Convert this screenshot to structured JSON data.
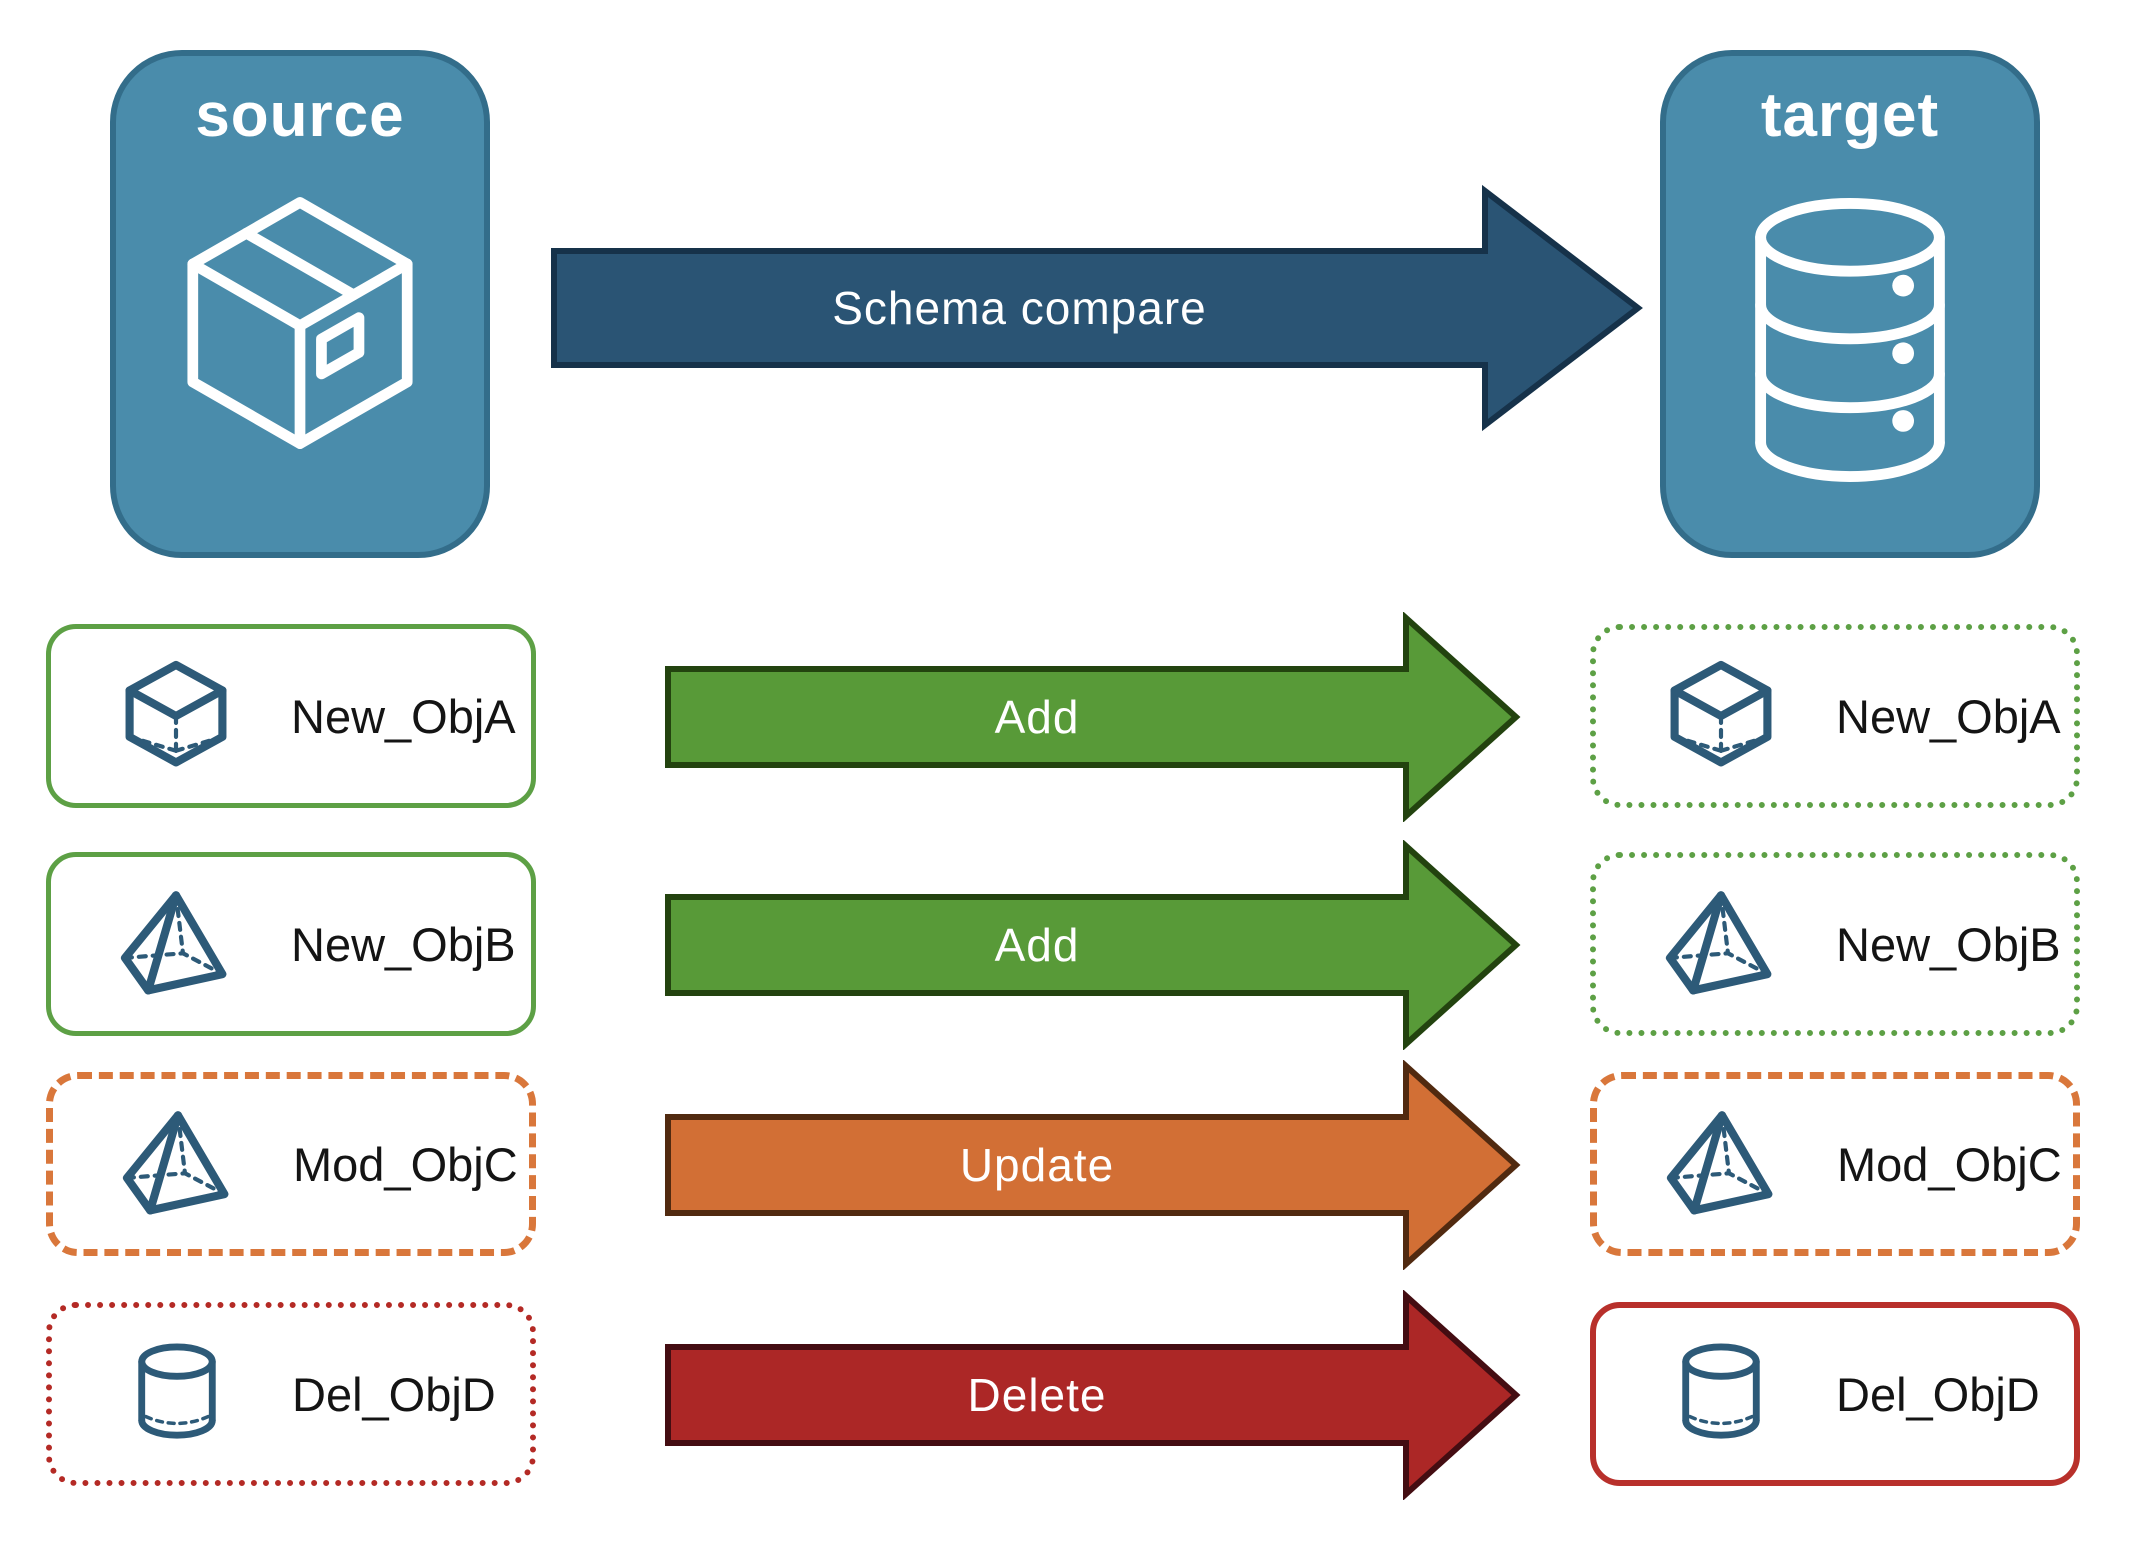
{
  "source_panel": {
    "title": "source",
    "icon": "package-box-icon"
  },
  "target_panel": {
    "title": "target",
    "icon": "database-icon"
  },
  "compare_arrow": {
    "label": "Schema compare",
    "fill": "#2a5474"
  },
  "rows": [
    {
      "object": "New_ObjA",
      "icon": "cube-icon",
      "action": "Add",
      "arrow_fill": "#589a38"
    },
    {
      "object": "New_ObjB",
      "icon": "pyramid-icon",
      "action": "Add",
      "arrow_fill": "#589a38"
    },
    {
      "object": "Mod_ObjC",
      "icon": "pyramid-icon",
      "action": "Update",
      "arrow_fill": "#d26f35"
    },
    {
      "object": "Del_ObjD",
      "icon": "cylinder-icon",
      "action": "Delete",
      "arrow_fill": "#ac2726"
    }
  ],
  "colors": {
    "panel_fill": "#4a8cab",
    "panel_border": "#336d8a",
    "green_outline": "#5da045",
    "orange_outline": "#d9773b",
    "red_dotted_outline": "#b42a25",
    "red_solid_outline": "#b8302b",
    "icon_stroke": "#2d5a78",
    "compare_arrow_stroke": "#16324a"
  }
}
